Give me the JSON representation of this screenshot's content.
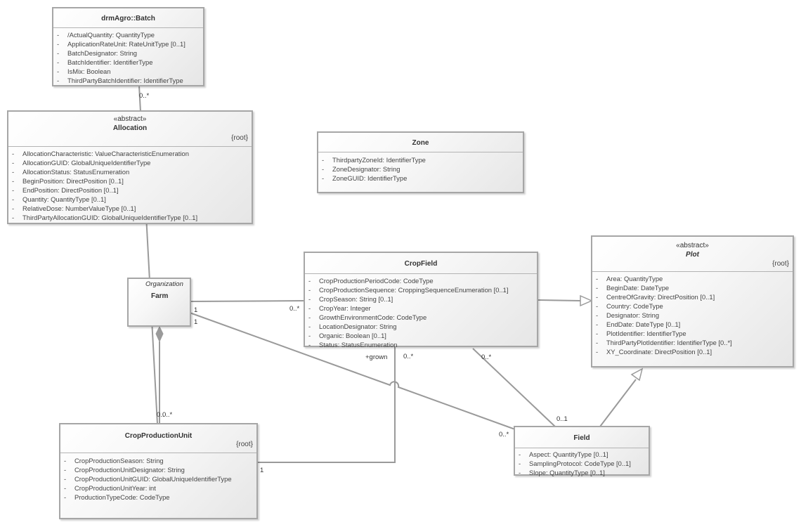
{
  "classes": {
    "batch": {
      "name": "drmAgro::Batch",
      "attributes": [
        "/ActualQuantity: QuantityType",
        "ApplicationRateUnit: RateUnitType [0..1]",
        "BatchDesignator: String",
        "BatchIdentifier: IdentifierType",
        "IsMix: Boolean",
        "ThirdPartyBatchIdentifier: IdentifierType"
      ]
    },
    "allocation": {
      "stereotype": "«abstract»",
      "name": "Allocation",
      "tag": "{root}",
      "attributes": [
        "AllocationCharacteristic: ValueCharacteristicEnumeration",
        "AllocationGUID: GlobalUniqueIdentifierType",
        "AllocationStatus: StatusEnumeration",
        "BeginPosition: DirectPosition [0..1]",
        "EndPosition: DirectPosition [0..1]",
        "Quantity: QuantityType [0..1]",
        "RelativeDose: NumberValueType [0..1]",
        "ThirdPartyAllocationGUID: GlobalUniqueIdentifierType [0..1]"
      ]
    },
    "zone": {
      "name": "Zone",
      "attributes": [
        "ThirdpartyZoneId: IdentifierType",
        "ZoneDesignator: String",
        "ZoneGUID: IdentifierType"
      ]
    },
    "farm": {
      "stereotype": "Organization",
      "name": "Farm"
    },
    "cropfield": {
      "name": "CropField",
      "attributes": [
        "CropProductionPeriodCode: CodeType",
        "CropProductionSequence: CroppingSequenceEnumeration [0..1]",
        "CropSeason: String [0..1]",
        "CropYear: Integer",
        "GrowthEnvironmentCode: CodeType",
        "LocationDesignator: String",
        "Organic: Boolean [0..1]",
        "Status: StatusEnumeration"
      ]
    },
    "plot": {
      "stereotype": "«abstract»",
      "name": "Plot",
      "tag": "{root}",
      "attributes": [
        "Area: QuantityType",
        "BeginDate: DateType",
        "CentreOfGravity: DirectPosition [0..1]",
        "Country: CodeType",
        "Designator: String",
        "EndDate: DateType [0..1]",
        "PlotIdentifier: IdentifierType",
        "ThirdPartyPlotIdentifier: IdentifierType [0..*]",
        "XY_Coordinate: DirectPosition [0..1]"
      ]
    },
    "cpu": {
      "name": "CropProductionUnit",
      "tag": "{root}",
      "attributes": [
        "CropProductionSeason: String",
        "CropProductionUnitDesignator: String",
        "CropProductionUnitGUID: GlobalUniqueIdentifierType",
        "CropProductionUnitYear: int",
        "ProductionTypeCode: CodeType"
      ]
    },
    "field": {
      "name": "Field",
      "attributes": [
        "Aspect: QuantityType [0..1]",
        "SamplingProtocol: CodeType [0..1]",
        "Slope: QuantityType [0..1]"
      ]
    }
  },
  "multiplicities": {
    "batch_end": "0..*",
    "cpu_batch_end": "0..*",
    "cpu_farm_end": "0..",
    "farm_cropfield": "1",
    "farm_field": "1",
    "cropfield_farm": "0..*",
    "cropfield_cpu": "0..*",
    "cropfield_role": "+grown",
    "cropfield_field": "0..*",
    "field_cropfield": "0..1",
    "field_farm": "0..*",
    "cpu_cropfield": "1"
  }
}
